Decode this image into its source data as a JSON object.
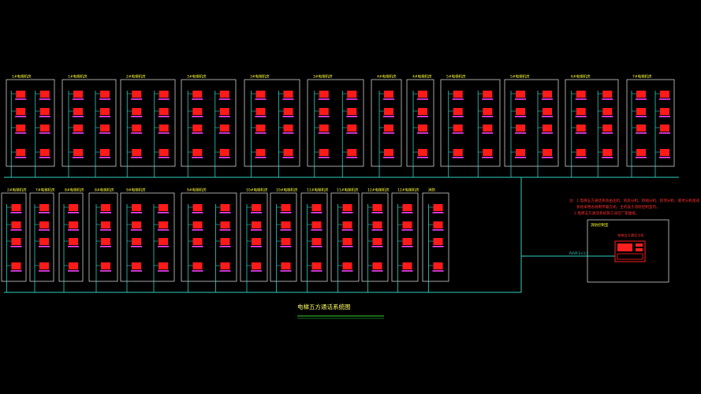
{
  "diagram": {
    "title": "电梯五方通话系统图",
    "colors": {
      "background": "#000000",
      "cabinet": "#cfcfcf",
      "bus": "#2fd0c0",
      "device": "#ff1a1a",
      "device_label": "#ff44ff",
      "heading": "#ffff33",
      "notes": "#ff3030",
      "title": "#ffff66",
      "underline": "#33cc33"
    },
    "top_row_labels": [
      "1#电梯机房",
      "1#电梯机房",
      "2#电梯机房",
      "3#电梯机房",
      "3#电梯机房",
      "3#电梯机房",
      "4#电梯机房",
      "4#电梯机房",
      "5#电梯机房",
      "5#电梯机房",
      "6#电梯机房",
      "7#电梯机房"
    ],
    "bottom_row_labels": [
      "2#电梯机房",
      "7#电梯机房",
      "8#电梯机房",
      "8#电梯机房",
      "9#电梯机房",
      "9#电梯机房",
      "10#电梯机房",
      "10#电梯机房",
      "11#电梯机房",
      "11#电梯机房",
      "12#电梯机房",
      "12#电梯机房",
      "消防"
    ],
    "control_room": {
      "notes": [
        "注：1.电梯五方通话系统由主机、机房分机、轿厢分机、轿顶分机、底坑分机组成",
        "系统采用总线制传输方式，主机设于消防控制室内。",
        "2.电梯五方通话系统施工详见厂家图纸。"
      ],
      "box_title": "消防控制室",
      "device_label": "电梯五方通话主机",
      "bus_label": "RVVP-2×1.5"
    }
  }
}
